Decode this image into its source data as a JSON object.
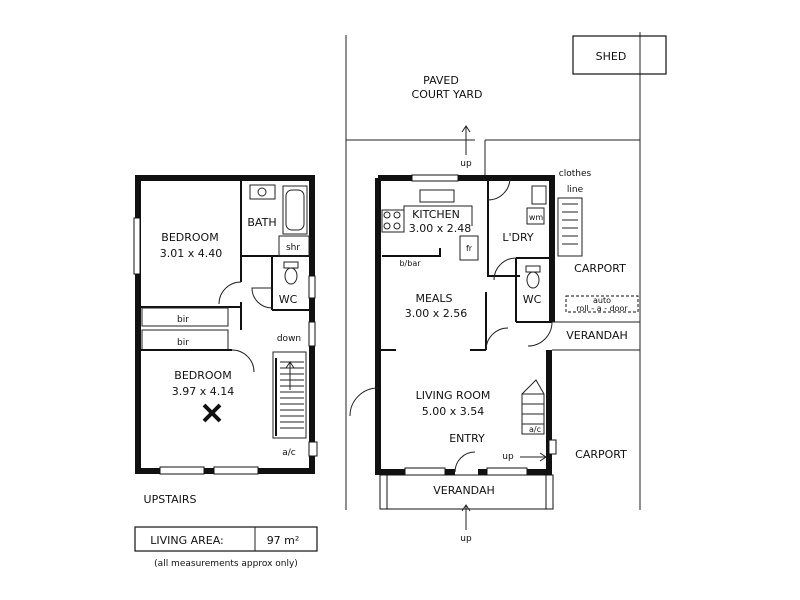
{
  "labels": {
    "shed": "SHED",
    "paved_1": "PAVED",
    "paved_2": "COURT YARD",
    "bath": "BATH",
    "shr": "shr",
    "bedroom1_name": "BEDROOM",
    "bedroom1_dims": "3.01 x 4.40",
    "wc_upstairs": "WC",
    "bir1": "bir",
    "bir2": "bir",
    "down": "down",
    "bedroom2_name": "BEDROOM",
    "bedroom2_dims": "3.97 x 4.14",
    "ac_upstairs": "a/c",
    "upstairs": "UPSTAIRS",
    "living_area_label": "LIVING AREA:",
    "living_area_value": "97 m²",
    "disclaimer": "(all measurements approx only)",
    "up_top": "up",
    "kitchen_name": "KITCHEN",
    "kitchen_dims": "3.00 x 2.48",
    "fr": "fr",
    "bbar": "b/bar",
    "clothes": "clothes",
    "line": "line",
    "wm": "wm",
    "ldry": "L'DRY",
    "carport_top": "CARPORT",
    "meals_name": "MEALS",
    "meals_dims": "3.00 x 2.56",
    "wc_ground": "WC",
    "auto": "auto",
    "roll_door": "roll - a - door",
    "verandah_side": "VERANDAH",
    "living_name": "LIVING ROOM",
    "living_dims": "5.00 x 3.54",
    "ac_ground": "a/c",
    "entry": "ENTRY",
    "up_entry": "up",
    "carport_bottom": "CARPORT",
    "verandah_front": "VERANDAH",
    "up_bottom": "up"
  }
}
